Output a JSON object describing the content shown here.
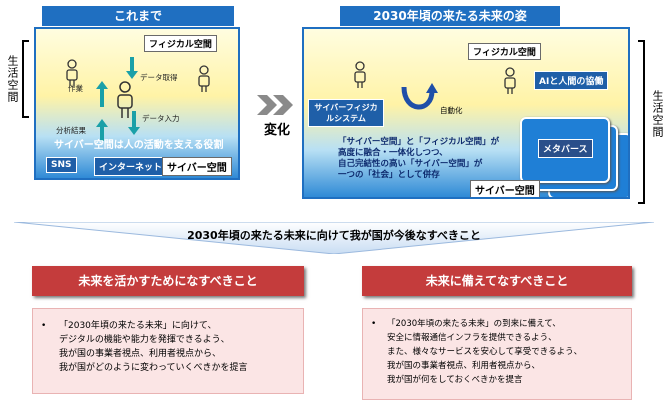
{
  "left_header": "これまで",
  "right_header": "2030年頃の来たる未来の姿",
  "left_side_label": "生活空間",
  "right_side_label": "生活空間",
  "left": {
    "physical": "フィジカル空間",
    "work": "作業",
    "data_acquire": "データ取得",
    "data_input": "データ入力",
    "analysis": "分析結果",
    "caption": "サイバー空間は人の活動を支える役割",
    "sns": "SNS",
    "internet": "インターネット",
    "cyber": "サイバー空間"
  },
  "change_label": "変化",
  "right": {
    "physical": "フィジカル空間",
    "cps": "サイバーフィジカルシステム",
    "automation": "自動化",
    "ai": "AIと人間の協働",
    "text_lines": [
      "「サイバー空間」と「フィジカル空間」が",
      "高度に融合・一体化しつつ、",
      "自己完結性の高い「サイバー空間」が",
      "一つの「社会」として併存"
    ],
    "metaverse": "メタバース",
    "cyber": "サイバー空間"
  },
  "banner": "2030年頃の来たる未来に向けて我が国が今後なすべきこと",
  "left_box": {
    "title": "未来を活かすためになすべきこと",
    "lines": [
      "「2030年頃の来たる未来」に向けて、",
      "デジタルの機能や能力を発揮できるよう、",
      "我が国の事業者視点、利用者視点から、",
      "我が国がどのように変わっていくべきかを提言"
    ]
  },
  "right_box": {
    "title": "未来に備えてなすべきこと",
    "lines": [
      "「2030年頃の来たる未来」の到来に備えて、",
      "安全に情報通信インフラを提供できるよう、",
      "また、様々なサービスを安心して享受できるよう、",
      "我が国の事業者視点、利用者視点から、",
      "我が国が何をしておくべきかを提言"
    ]
  },
  "colors": {
    "primary_blue": "#1f6fc1",
    "red": "#c43c3c",
    "pink": "#fbe5e5"
  }
}
